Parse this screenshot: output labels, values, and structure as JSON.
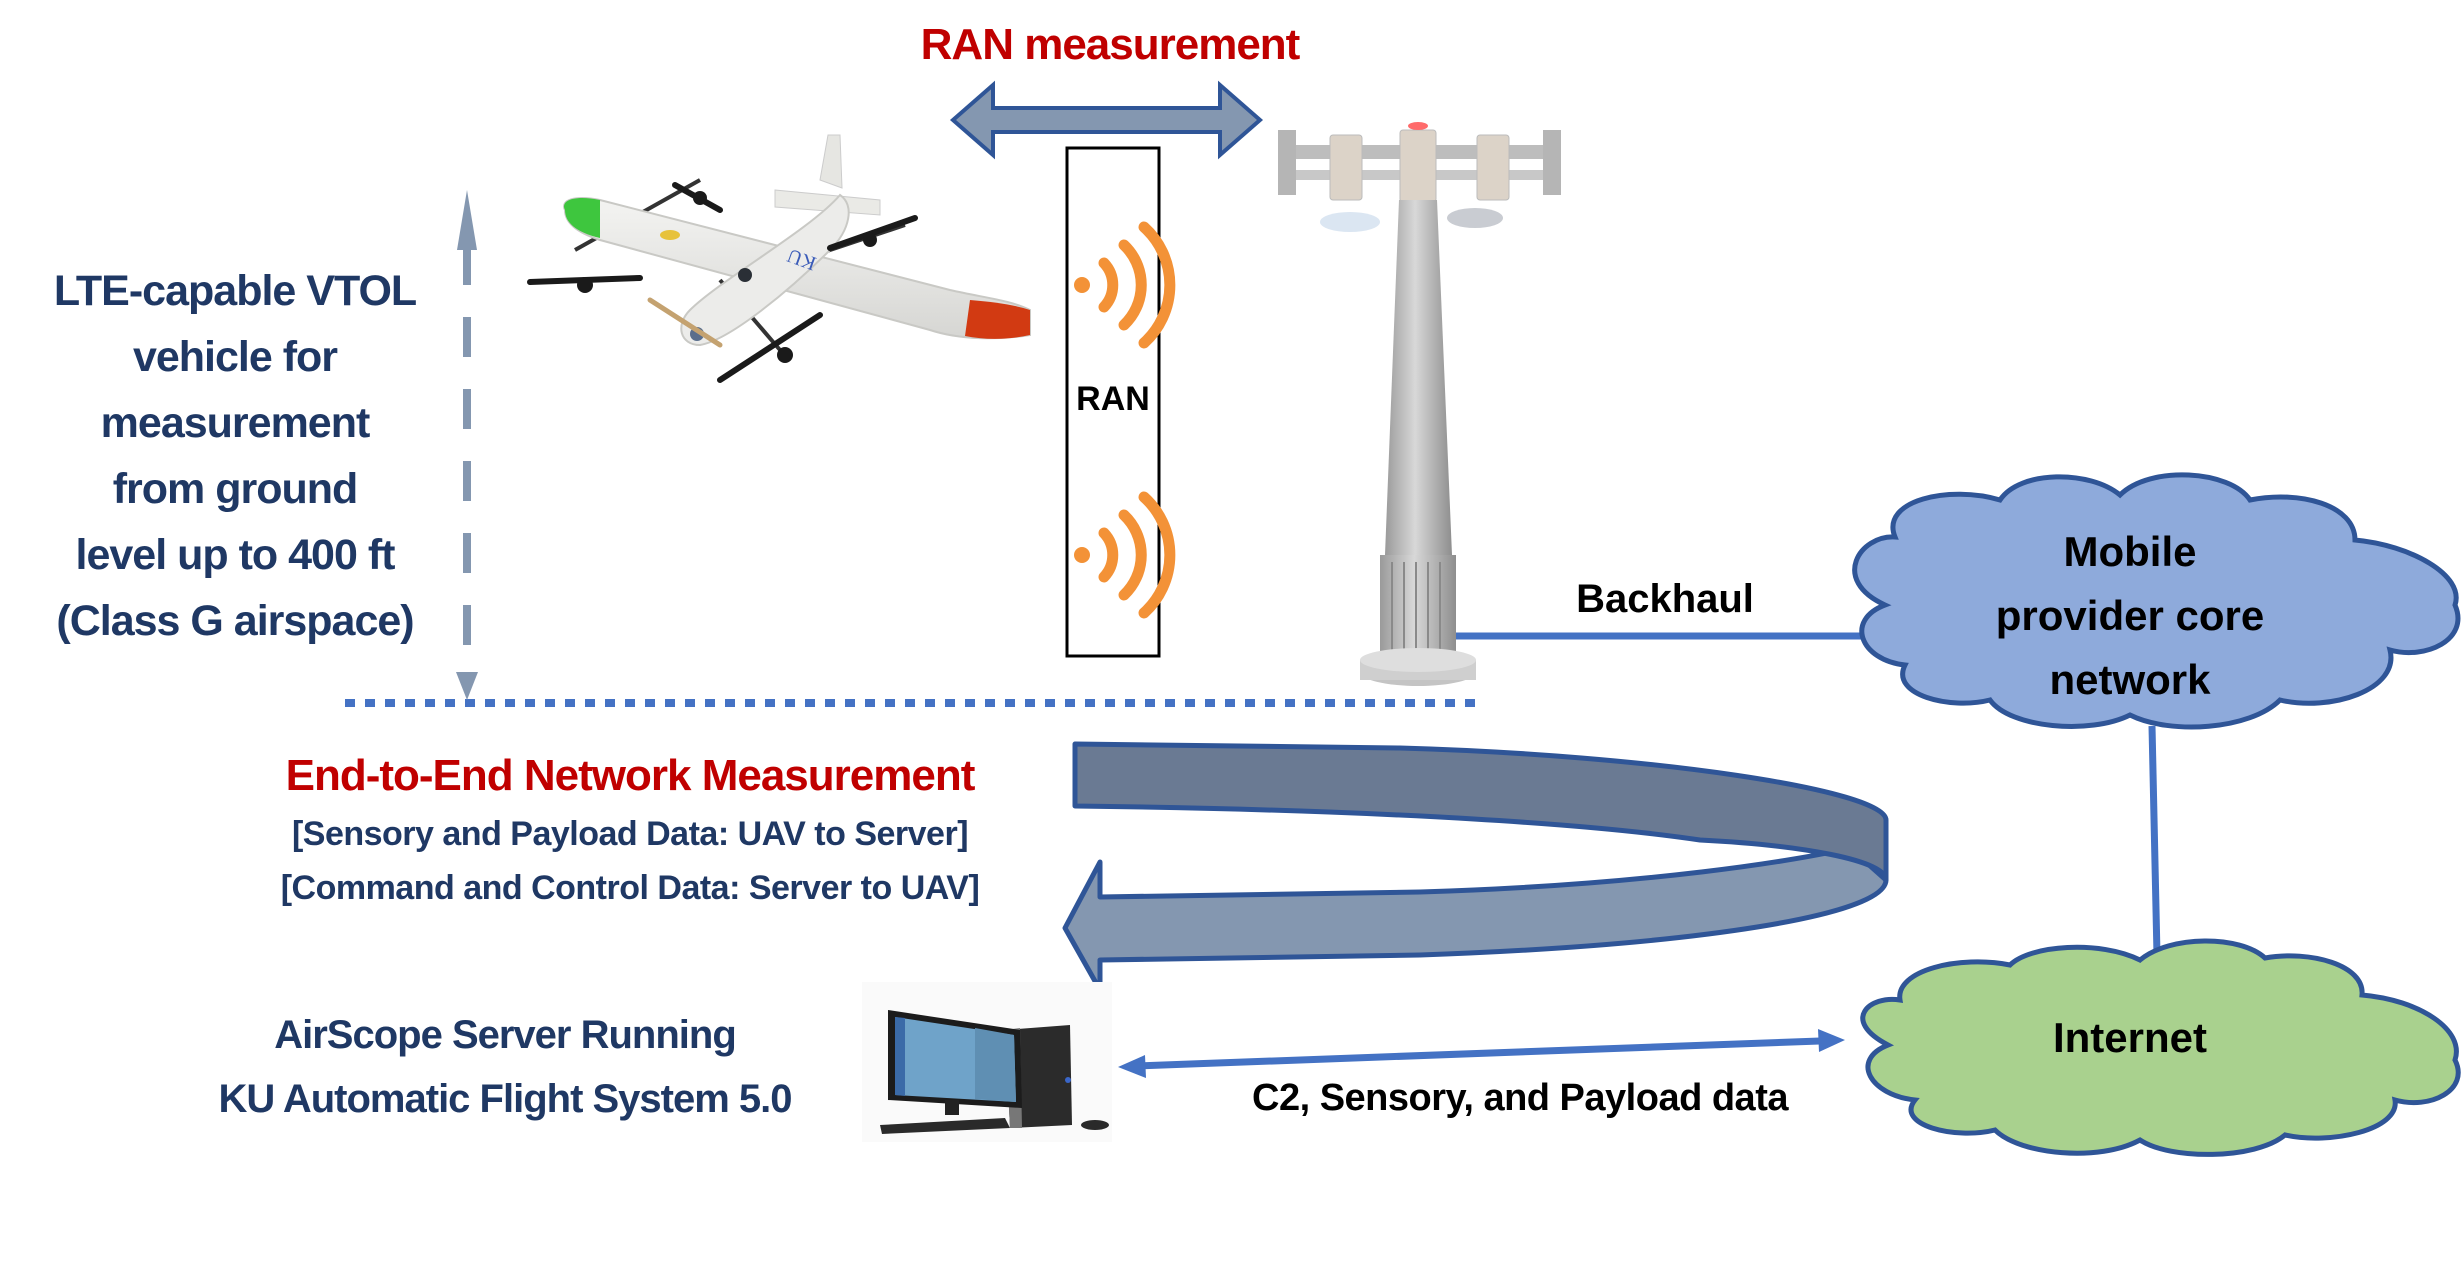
{
  "title": "UAV LTE network measurement architecture",
  "ran_measurement": {
    "label": "RAN measurement",
    "color": "#c00000"
  },
  "ran_box": {
    "label": "RAN",
    "icons": [
      "wireless-signal-icon",
      "wireless-signal-icon"
    ],
    "signal_color": "#f39237"
  },
  "vehicle": {
    "description_lines": [
      "LTE-capable VTOL",
      "vehicle for",
      "measurement",
      "from ground",
      "level up to 400 ft",
      "(Class G airspace)"
    ],
    "image_label": "KU",
    "text_color": "#1f3864"
  },
  "tower": {
    "name": "cell-tower"
  },
  "backhaul": {
    "label": "Backhaul"
  },
  "clouds": {
    "mobile_core": {
      "lines": [
        "Mobile",
        "provider core",
        "network"
      ],
      "fill": "#8eaadb",
      "stroke": "#2f5597"
    },
    "internet": {
      "label": "Internet",
      "fill": "#a9d18e",
      "stroke": "#2f5597"
    }
  },
  "end_to_end": {
    "title": "End-to-End Network Measurement",
    "lines": [
      "[Sensory and Payload Data: UAV to Server]",
      "[Command and Control Data: Server to UAV]"
    ]
  },
  "server": {
    "lines": [
      "AirScope Server Running",
      "KU Automatic Flight System 5.0"
    ]
  },
  "c2_link": {
    "label": "C2, Sensory, and Payload data"
  },
  "colors": {
    "link_blue": "#4472c4",
    "arrow_fill": "#8497b0",
    "arrow_dark": "#6a7a93",
    "arrow_stroke": "#2f5597",
    "altitude_arrow": "#8497b0"
  }
}
